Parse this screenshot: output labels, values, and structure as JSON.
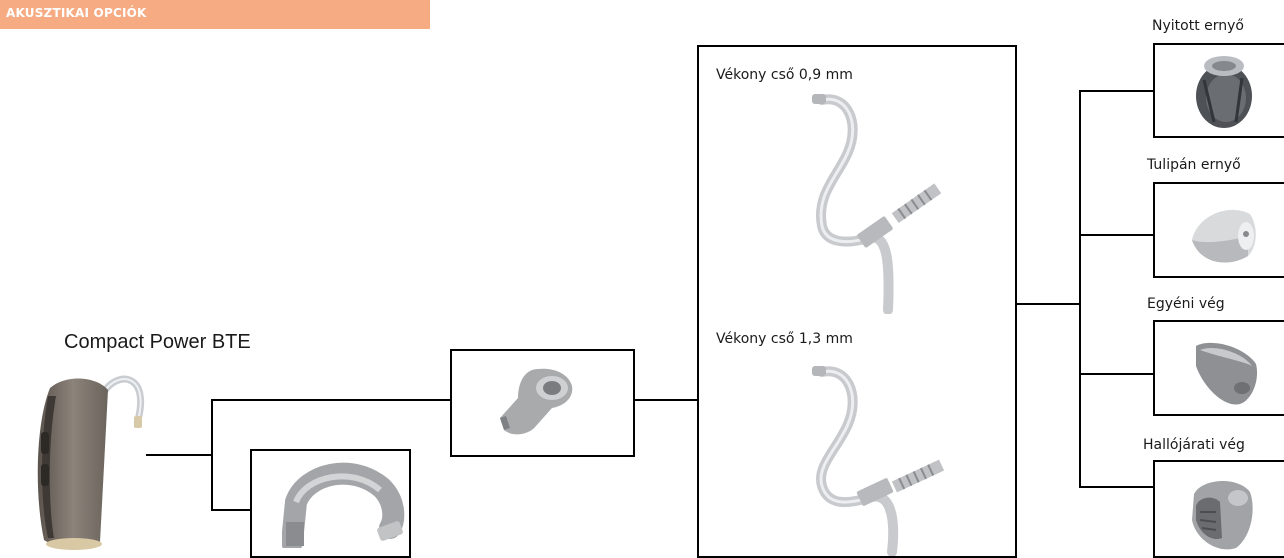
{
  "header": {
    "title": "AKUSZTIKAI OPCIÓK"
  },
  "device": {
    "name": "Compact Power BTE"
  },
  "tubes": [
    {
      "label": "Vékony cső 0,9 mm"
    },
    {
      "label": "Vékony cső 1,3 mm"
    }
  ],
  "tips": [
    {
      "label": "Nyitott ernyő"
    },
    {
      "label": "Tulipán ernyő"
    },
    {
      "label": "Egyéni vég"
    },
    {
      "label": "Hallójárati vég"
    }
  ],
  "icons": {
    "device": "bte-hearing-aid-icon",
    "adapter": "tube-adapter-icon",
    "earhook": "earhook-icon",
    "thin_tube": "thin-tube-icon",
    "open_dome": "open-dome-icon",
    "tulip_dome": "tulip-dome-icon",
    "custom_tip": "custom-tip-icon",
    "canal_tip": "canal-tip-icon"
  }
}
